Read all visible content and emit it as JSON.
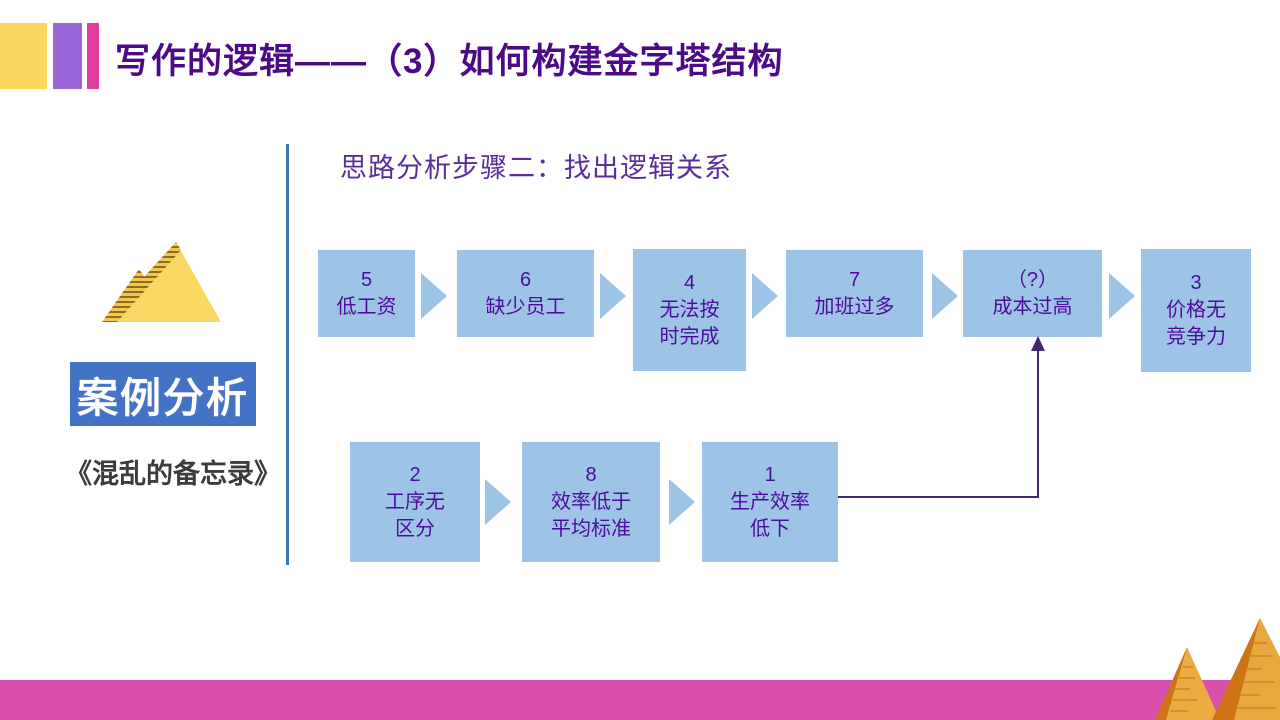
{
  "header": {
    "title": "写作的逻辑——（3）如何构建金字塔结构"
  },
  "sidebar": {
    "case_label": "案例分析",
    "case_source": "《混乱的备忘录》"
  },
  "main": {
    "step_title": "思路分析步骤二：找出逻辑关系",
    "flow_top": {
      "boxes": [
        {
          "number": "5",
          "lines": [
            "低工资"
          ]
        },
        {
          "number": "6",
          "lines": [
            "缺少员工"
          ]
        },
        {
          "number": "4",
          "lines": [
            "无法按",
            "时完成"
          ]
        },
        {
          "number": "7",
          "lines": [
            "加班过多"
          ]
        },
        {
          "number": "（?）",
          "lines": [
            "成本过高"
          ]
        },
        {
          "number": "3",
          "lines": [
            "价格无",
            "竞争力"
          ]
        }
      ]
    },
    "flow_bottom": {
      "boxes": [
        {
          "number": "2",
          "lines": [
            "工序无",
            "区分"
          ]
        },
        {
          "number": "8",
          "lines": [
            "效率低于",
            "平均标准"
          ]
        },
        {
          "number": "1",
          "lines": [
            "生产效率",
            "低下"
          ]
        }
      ]
    },
    "connector": {
      "from": "生产效率低下",
      "to": "成本过高",
      "style": "elbow-up-arrow"
    }
  },
  "icons": {
    "left_decoration": "pyramids-icon",
    "flow_arrow": "right-triangle-arrow-icon",
    "connector": "up-arrow-icon",
    "bottom_decoration": "pyramids-icon"
  },
  "colors": {
    "title_purple": "#4D0A87",
    "subtitle_purple": "#5B2C9C",
    "box_fill_blue": "#9DC3E6",
    "box_text_purple": "#4C0D9E",
    "case_badge_blue": "#4472C4",
    "divider_blue": "#4070BE",
    "accent_yellow": "#FBD75F",
    "accent_purple": "#9A67DB",
    "accent_pink": "#E23C9E",
    "bottom_band_pink": "#DA4FAC",
    "pyramid_yellow": "#FBD863",
    "pyramid_orange": "#E9A83D",
    "connector_purple": "#44276E"
  }
}
